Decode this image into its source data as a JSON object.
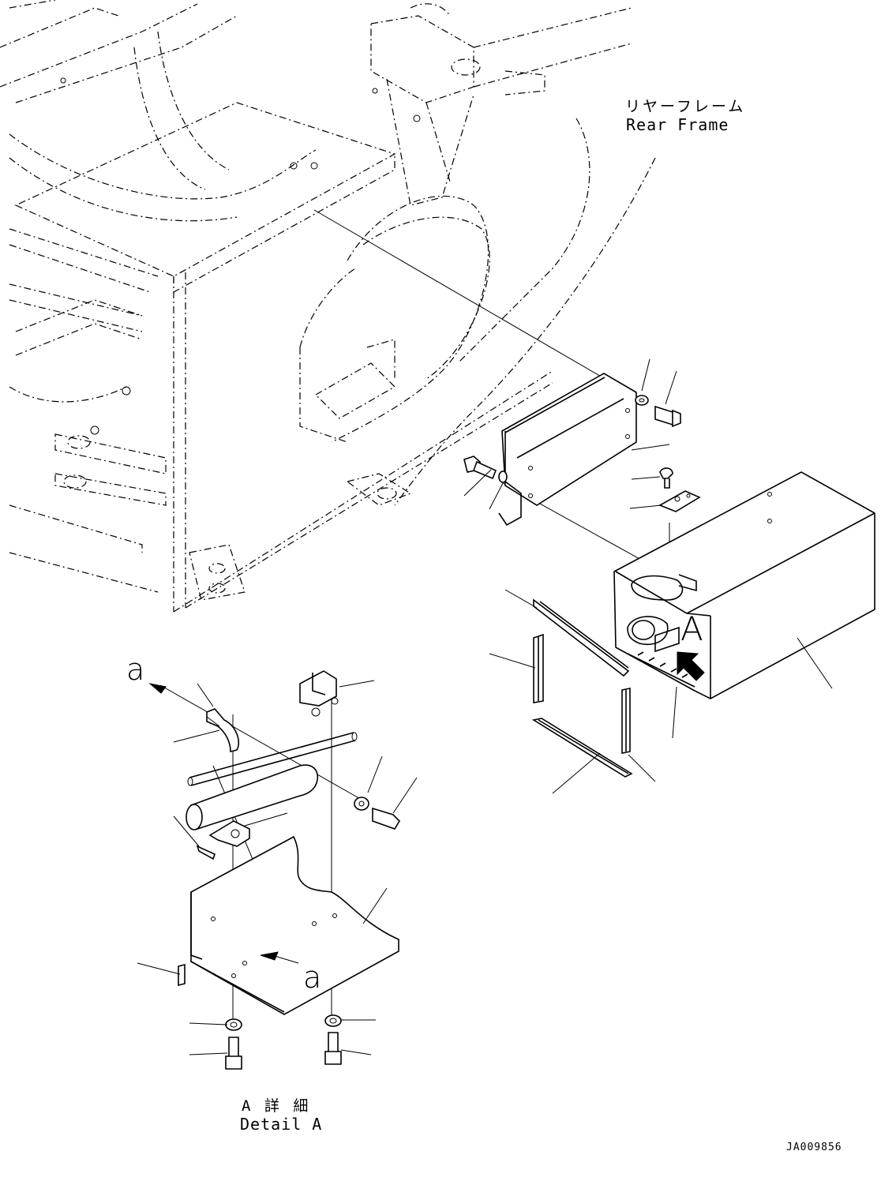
{
  "labels": {
    "rear_frame_jp": "リヤーフレーム",
    "rear_frame_en": "Rear Frame",
    "view_letter_A": "A",
    "view_letter_a_top": "a",
    "view_letter_a_bottom": "a",
    "detail_jp": "A 詳 細",
    "detail_en": "Detail A",
    "drawing_id": "JA009856"
  }
}
